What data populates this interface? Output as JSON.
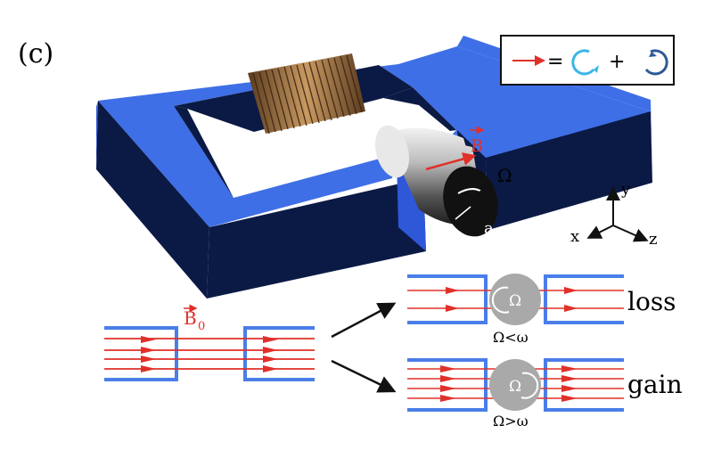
{
  "panel_label": "(c)",
  "legend": {
    "equals": "=",
    "plus": "+",
    "arrow_color": "#e0302a",
    "ccw_color": "#39b6e6",
    "cw_color": "#2e5a96"
  },
  "field_label": "B",
  "omega_label": "Ω",
  "radius_label": "a",
  "axes": {
    "x": "x",
    "y": "y",
    "z": "z"
  },
  "b0_label": "B",
  "b0_sub": "0",
  "loss": {
    "label": "loss",
    "rotor": "Ω",
    "condition": "Ω<ω"
  },
  "gain": {
    "label": "gain",
    "rotor": "Ω",
    "condition": "Ω>ω"
  },
  "colors": {
    "core_top": "#3f6fe6",
    "core_side": "#0b1a45",
    "core_outer": "#2f58d9",
    "field": "#e0302a",
    "plate": "#4a7ee8",
    "rotor": "#a9a9a9"
  }
}
